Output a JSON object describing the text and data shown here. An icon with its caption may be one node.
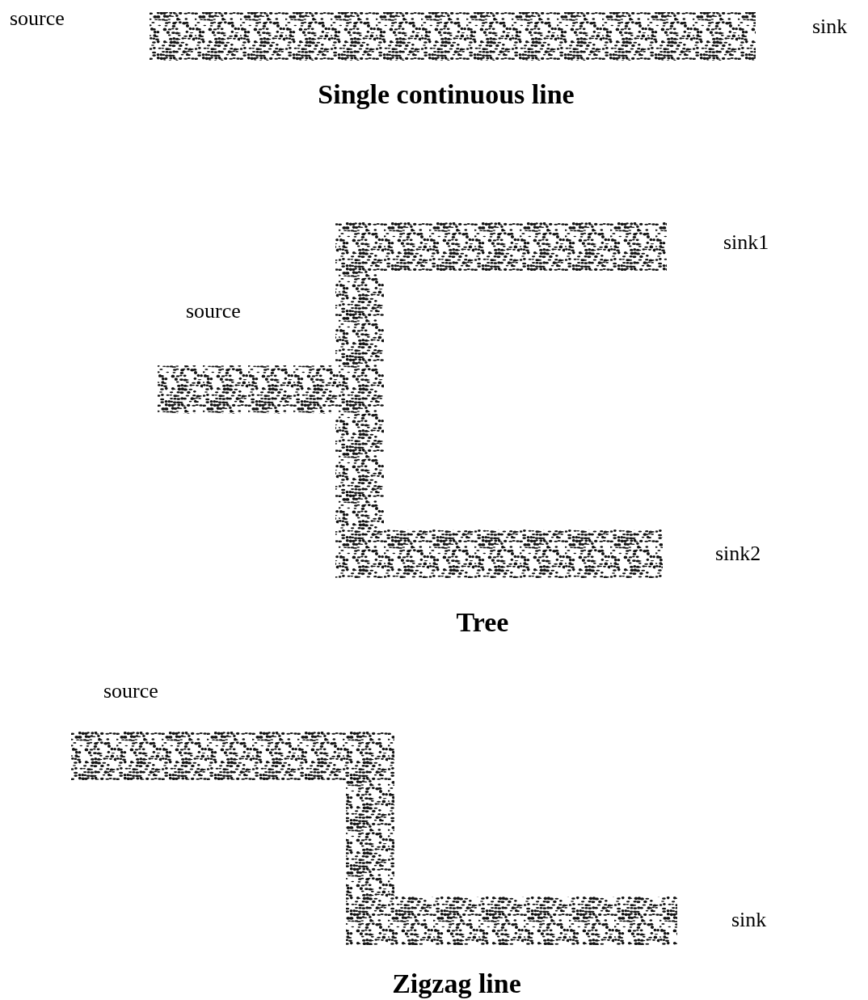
{
  "diagram": {
    "nodes": [
      {
        "text": [],
        "shape": "bar",
        "beside": [
          "sink",
          "Single continuous line"
        ]
      },
      {
        "text": [
          "source"
        ],
        "beside": [
          "sink1",
          "sink2",
          "Tree"
        ]
      },
      {
        "text": [],
        "shape": "bar",
        "beside": [
          "source",
          "sink",
          "Zigzag line"
        ]
      }
    ],
    "labels": [
      "source"
    ]
  }
}
